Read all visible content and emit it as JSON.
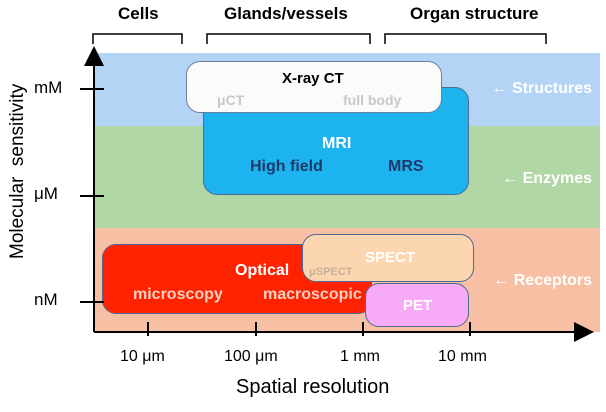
{
  "top_categories": [
    "Cells",
    "Glands/vessels",
    "Organ structure"
  ],
  "bands": {
    "structures": {
      "label": "Structures",
      "color": "#b3d4f5"
    },
    "enzymes": {
      "label": "Enzymes",
      "color": "#b2d7a6"
    },
    "receptors": {
      "label": "Receptors",
      "color": "#f7bfa3"
    }
  },
  "y_axis": {
    "label": "Molecular  sensitivity",
    "ticks": [
      "mM",
      "μM",
      "nM"
    ]
  },
  "x_axis": {
    "label": "Spatial resolution",
    "ticks": [
      "10 μm",
      "100 μm",
      "1 mm",
      "10 mm"
    ]
  },
  "modalities": {
    "xray": {
      "title": "X-ray CT",
      "left": "μCT",
      "right": "full body",
      "fill": "#fbfbf9",
      "border": "#6b7fa0"
    },
    "mri": {
      "title": "MRI",
      "left": "High field",
      "right": "MRS",
      "fill": "#1cb3ef",
      "border": "#4d6a94"
    },
    "optical": {
      "title": "Optical",
      "left": "microscopy",
      "right": "macroscopic",
      "fill": "#ff2200",
      "border": "#4d6a94"
    },
    "spect": {
      "title": "SPECT",
      "left": "μSPECT",
      "fill": "#fcd6b0",
      "border": "#4d6a94"
    },
    "pet": {
      "title": "PET",
      "fill": "#f7aaf5",
      "border": "#4d6a94"
    }
  }
}
